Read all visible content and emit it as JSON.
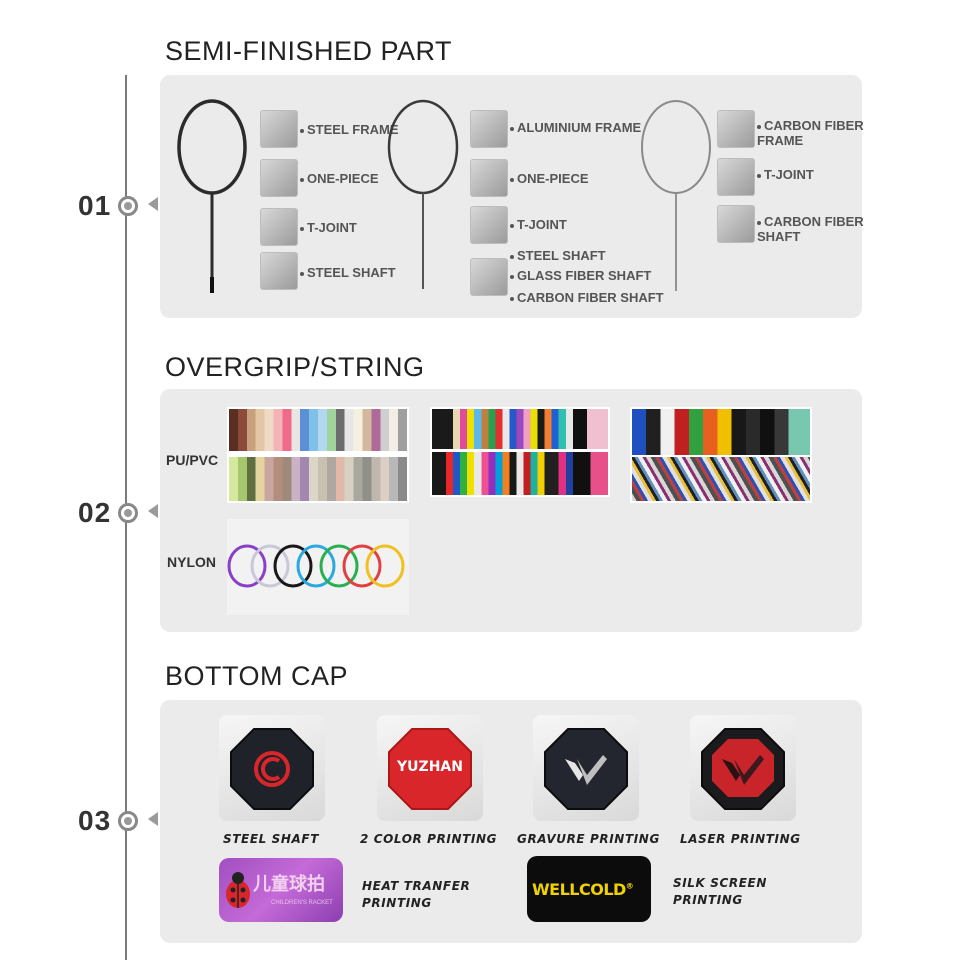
{
  "sections": [
    {
      "number": "01",
      "title": "SEMI-FINISHED PART"
    },
    {
      "number": "02",
      "title": "OVERGRIP/STRING"
    },
    {
      "number": "03",
      "title": "BOTTOM CAP"
    }
  ],
  "semi_finished": {
    "group1": {
      "labels": [
        "STEEL FRAME",
        "ONE-PIECE",
        "T-JOINT",
        "STEEL SHAFT"
      ]
    },
    "group2": {
      "labels": [
        "ALUMINIUM FRAME",
        "ONE-PIECE",
        "T-JOINT"
      ],
      "shaft_labels": [
        "STEEL SHAFT",
        "GLASS FIBER SHAFT",
        "CARBON FIBER SHAFT"
      ]
    },
    "group3": {
      "labels": [
        "CARBON FIBER FRAME",
        "T-JOINT",
        "CARBON FIBER SHAFT"
      ]
    }
  },
  "overgrip": {
    "pu_label": "PU/PVC",
    "nylon_label": "NYLON"
  },
  "bottom_cap": {
    "caps": [
      {
        "label": "STEEL SHAFT",
        "logo": ""
      },
      {
        "label": "2 COLOR PRINTING",
        "logo": "YUZHAN"
      },
      {
        "label": "GRAVURE PRINTING",
        "logo": ""
      },
      {
        "label": "LASER PRINTING",
        "logo": ""
      }
    ],
    "heat_transfer": {
      "line1": "HEAT TRANFER",
      "line2": "PRINTING",
      "sample_text": "儿童球拍",
      "sample_small": "CHILDREN'S RACKET"
    },
    "silk_screen": {
      "line1": "SILK SCREEN",
      "line2": "PRINTING",
      "brand": "WELLCOLD",
      "reg": "®"
    }
  },
  "colors": {
    "panel_bg": "#ebebeb",
    "timeline": "#7a7a7a",
    "cap_red": "#d9262b",
    "cap_black": "#1f1f24"
  }
}
